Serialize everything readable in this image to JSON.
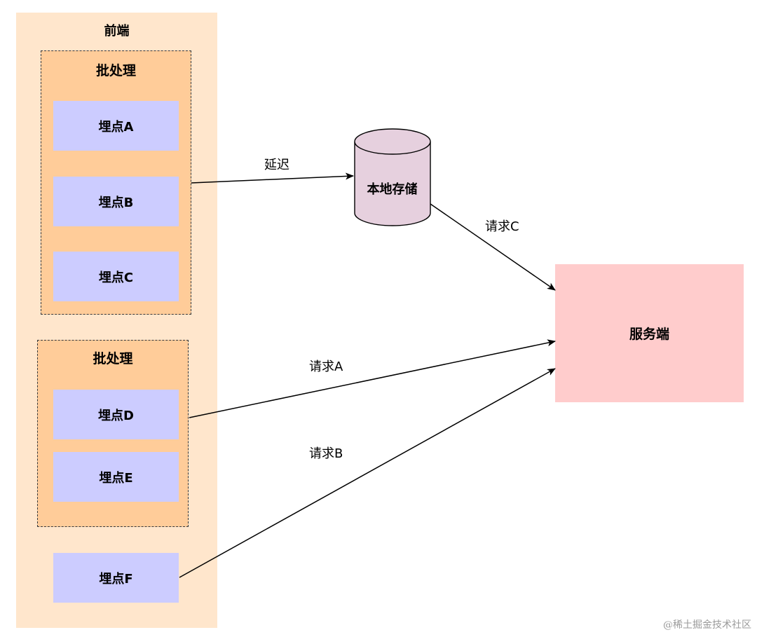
{
  "frontend": {
    "title": "前端"
  },
  "batch1": {
    "title": "批处理",
    "points": [
      "埋点A",
      "埋点B",
      "埋点C"
    ]
  },
  "batch2": {
    "title": "批处理",
    "points": [
      "埋点D",
      "埋点E"
    ]
  },
  "standalone_point": "埋点F",
  "storage": {
    "label": "本地存储"
  },
  "server": {
    "label": "服务端"
  },
  "edges": {
    "delay": "延迟",
    "request_a": "请求A",
    "request_b": "请求B",
    "request_c": "请求C"
  },
  "watermark": "@稀土掘金技术社区",
  "colors": {
    "frontend_bg": "#ffe6cc",
    "batch_bg": "#ffcc99",
    "point_bg": "#ccccff",
    "storage_bg": "#e6d0de",
    "server_bg": "#ffcccc"
  }
}
